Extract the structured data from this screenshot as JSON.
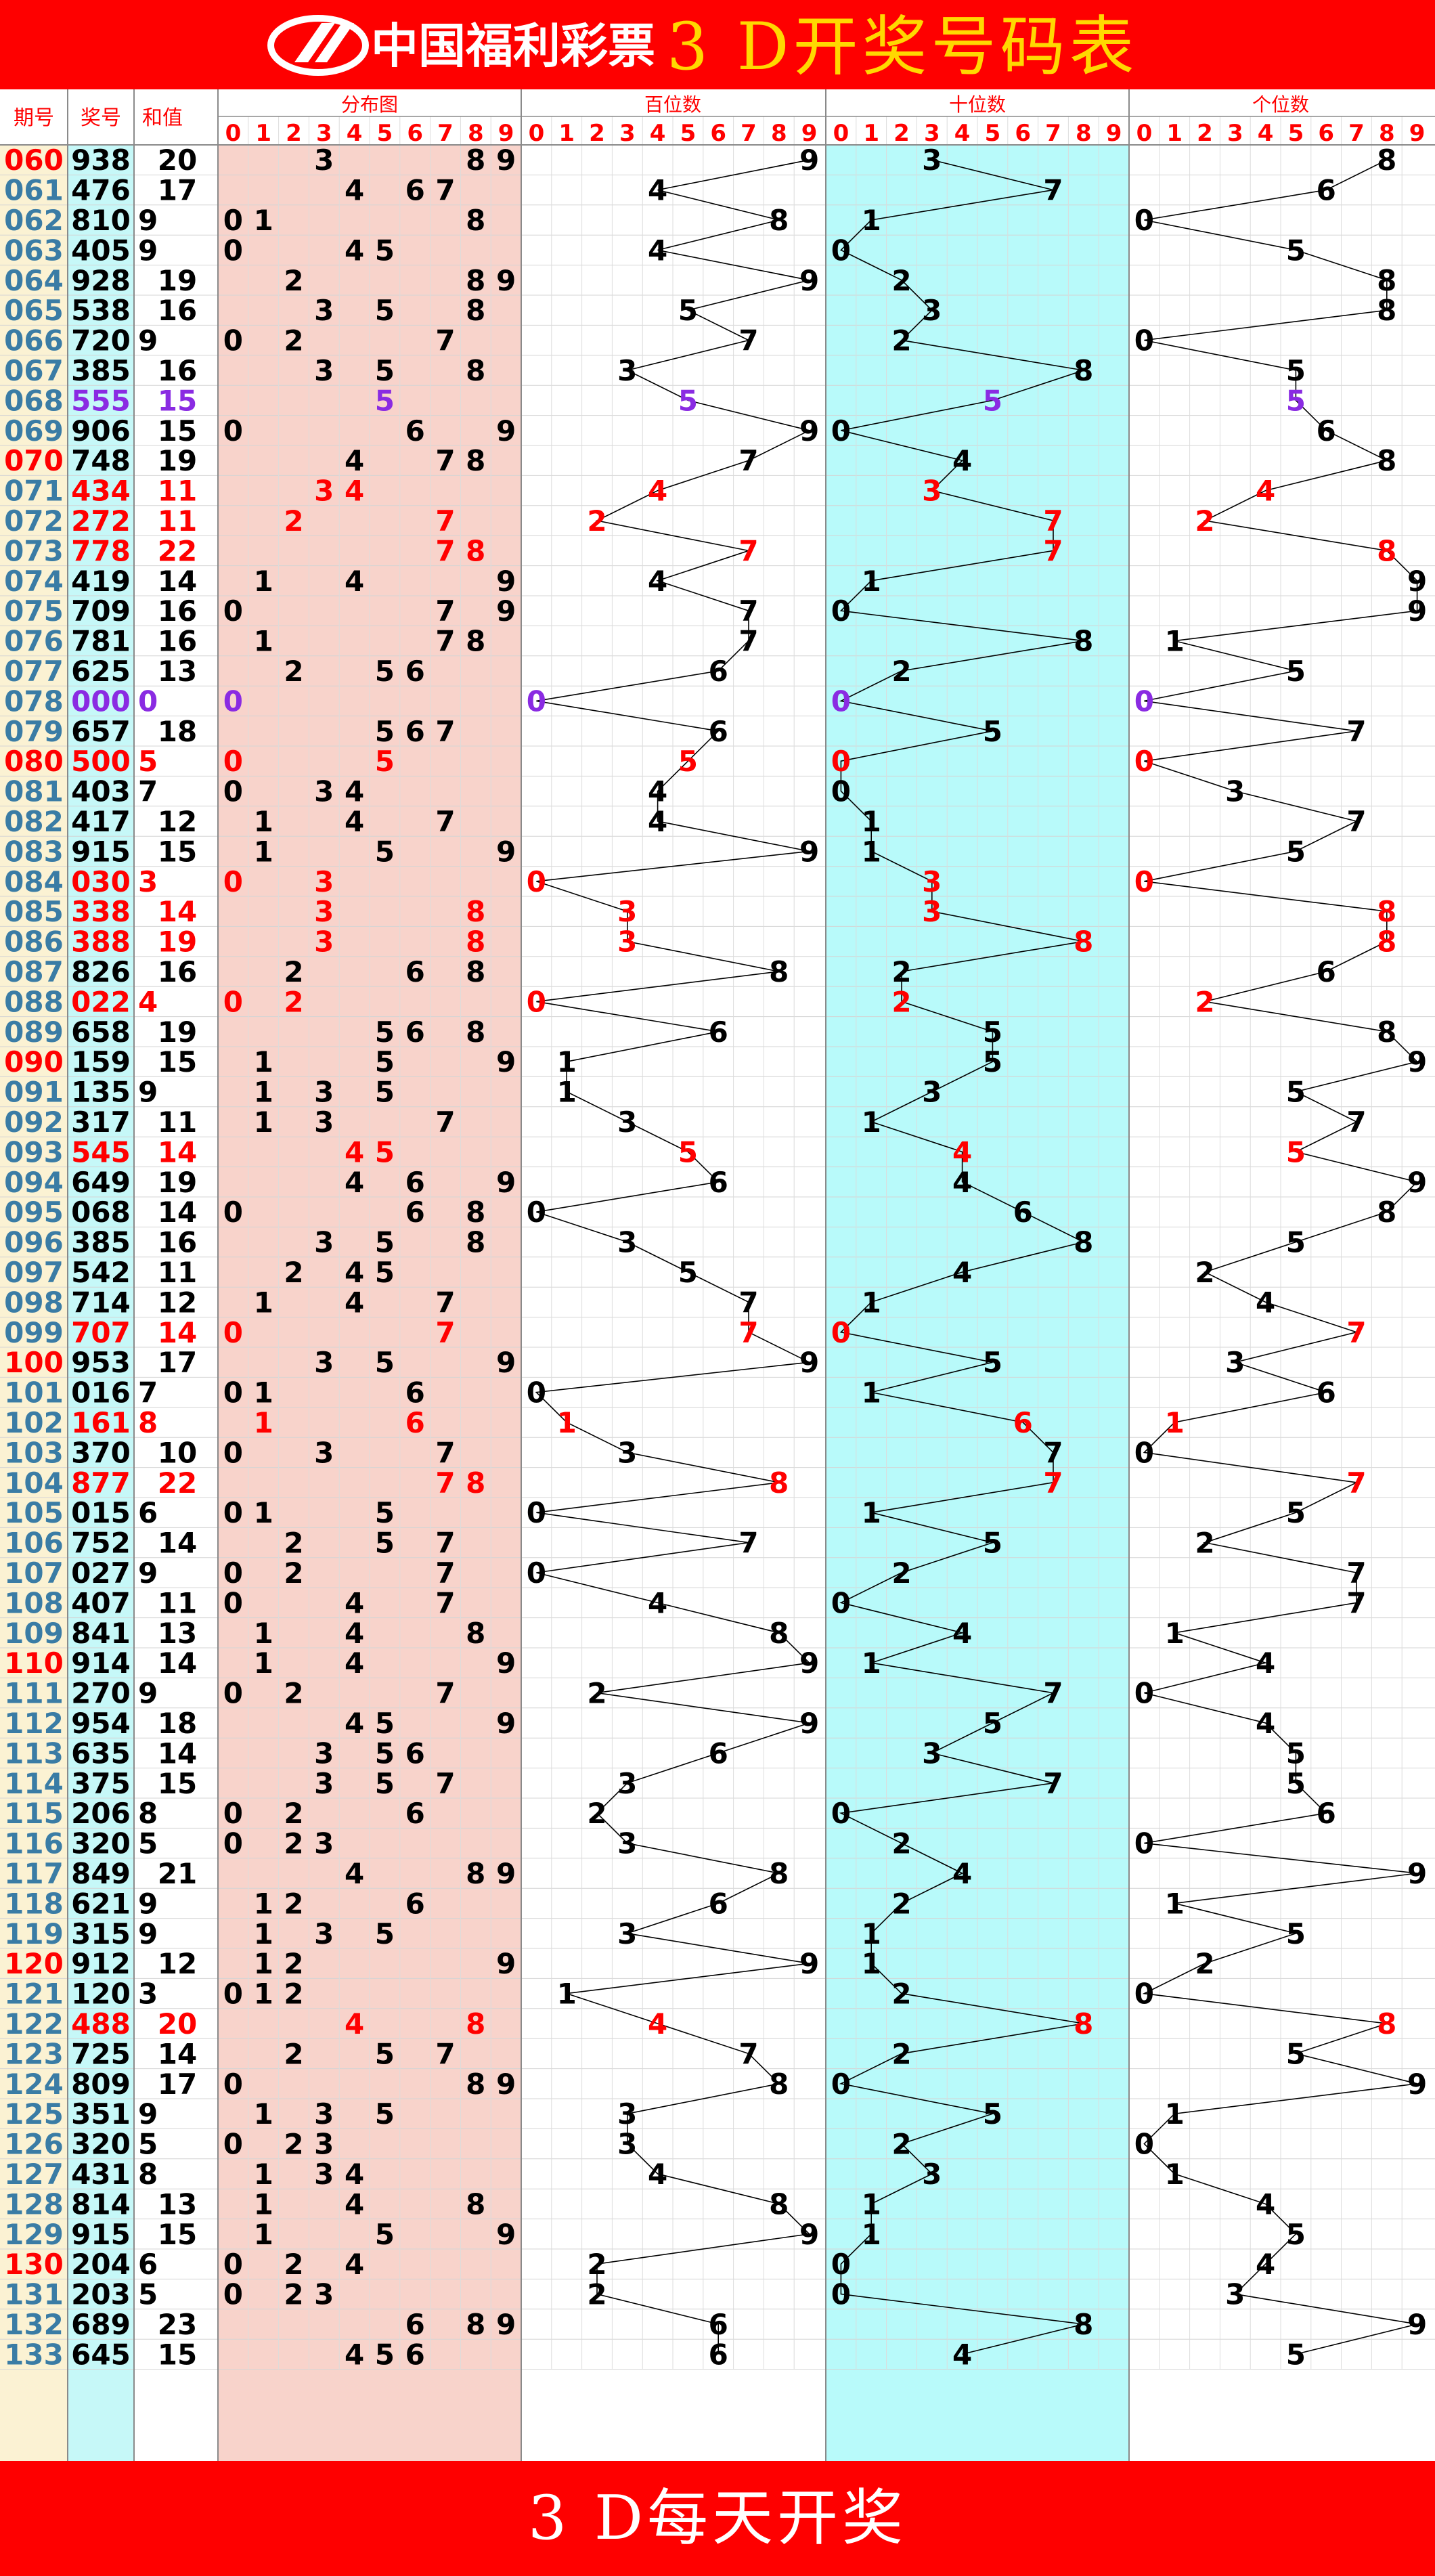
{
  "header": {
    "brand": "中国福利彩票",
    "title": "3 D开奖号码表"
  },
  "footer": {
    "text": "3 D每天开奖"
  },
  "chart_data": {
    "type": "table",
    "columns": {
      "issue": "期号",
      "draw": "奖号",
      "sum": "和值"
    },
    "sections": [
      "分布图",
      "百位数",
      "十位数",
      "个位数"
    ],
    "digits": [
      "0",
      "1",
      "2",
      "3",
      "4",
      "5",
      "6",
      "7",
      "8",
      "9"
    ],
    "colors": {
      "default": "#000000",
      "pair": "#ff0000",
      "triple": "#8a2be2",
      "issue": "#3a7ca5",
      "issue_mark": "#ff0000",
      "header": "#ff0000"
    },
    "rows": [
      {
        "issue": "060",
        "draw": "938"
      },
      {
        "issue": "061",
        "draw": "476"
      },
      {
        "issue": "062",
        "draw": "810"
      },
      {
        "issue": "063",
        "draw": "405"
      },
      {
        "issue": "064",
        "draw": "928"
      },
      {
        "issue": "065",
        "draw": "538"
      },
      {
        "issue": "066",
        "draw": "720"
      },
      {
        "issue": "067",
        "draw": "385"
      },
      {
        "issue": "068",
        "draw": "555"
      },
      {
        "issue": "069",
        "draw": "906"
      },
      {
        "issue": "070",
        "draw": "748"
      },
      {
        "issue": "071",
        "draw": "434"
      },
      {
        "issue": "072",
        "draw": "272"
      },
      {
        "issue": "073",
        "draw": "778"
      },
      {
        "issue": "074",
        "draw": "419"
      },
      {
        "issue": "075",
        "draw": "709"
      },
      {
        "issue": "076",
        "draw": "781"
      },
      {
        "issue": "077",
        "draw": "625"
      },
      {
        "issue": "078",
        "draw": "000"
      },
      {
        "issue": "079",
        "draw": "657"
      },
      {
        "issue": "080",
        "draw": "500"
      },
      {
        "issue": "081",
        "draw": "403"
      },
      {
        "issue": "082",
        "draw": "417"
      },
      {
        "issue": "083",
        "draw": "915"
      },
      {
        "issue": "084",
        "draw": "030"
      },
      {
        "issue": "085",
        "draw": "338"
      },
      {
        "issue": "086",
        "draw": "388"
      },
      {
        "issue": "087",
        "draw": "826"
      },
      {
        "issue": "088",
        "draw": "022"
      },
      {
        "issue": "089",
        "draw": "658"
      },
      {
        "issue": "090",
        "draw": "159"
      },
      {
        "issue": "091",
        "draw": "135"
      },
      {
        "issue": "092",
        "draw": "317"
      },
      {
        "issue": "093",
        "draw": "545"
      },
      {
        "issue": "094",
        "draw": "649"
      },
      {
        "issue": "095",
        "draw": "068"
      },
      {
        "issue": "096",
        "draw": "385"
      },
      {
        "issue": "097",
        "draw": "542"
      },
      {
        "issue": "098",
        "draw": "714"
      },
      {
        "issue": "099",
        "draw": "707"
      },
      {
        "issue": "100",
        "draw": "953"
      },
      {
        "issue": "101",
        "draw": "016"
      },
      {
        "issue": "102",
        "draw": "161"
      },
      {
        "issue": "103",
        "draw": "370"
      },
      {
        "issue": "104",
        "draw": "877"
      },
      {
        "issue": "105",
        "draw": "015"
      },
      {
        "issue": "106",
        "draw": "752"
      },
      {
        "issue": "107",
        "draw": "027"
      },
      {
        "issue": "108",
        "draw": "407"
      },
      {
        "issue": "109",
        "draw": "841"
      },
      {
        "issue": "110",
        "draw": "914"
      },
      {
        "issue": "111",
        "draw": "270"
      },
      {
        "issue": "112",
        "draw": "954"
      },
      {
        "issue": "113",
        "draw": "635"
      },
      {
        "issue": "114",
        "draw": "375"
      },
      {
        "issue": "115",
        "draw": "206"
      },
      {
        "issue": "116",
        "draw": "320"
      },
      {
        "issue": "117",
        "draw": "849"
      },
      {
        "issue": "118",
        "draw": "621"
      },
      {
        "issue": "119",
        "draw": "315"
      },
      {
        "issue": "120",
        "draw": "912"
      },
      {
        "issue": "121",
        "draw": "120"
      },
      {
        "issue": "122",
        "draw": "488"
      },
      {
        "issue": "123",
        "draw": "725"
      },
      {
        "issue": "124",
        "draw": "809"
      },
      {
        "issue": "125",
        "draw": "351"
      },
      {
        "issue": "126",
        "draw": "320"
      },
      {
        "issue": "127",
        "draw": "431"
      },
      {
        "issue": "128",
        "draw": "814"
      },
      {
        "issue": "129",
        "draw": "915"
      },
      {
        "issue": "130",
        "draw": "204"
      },
      {
        "issue": "131",
        "draw": "203"
      },
      {
        "issue": "132",
        "draw": "689"
      },
      {
        "issue": "133",
        "draw": "645"
      }
    ]
  }
}
